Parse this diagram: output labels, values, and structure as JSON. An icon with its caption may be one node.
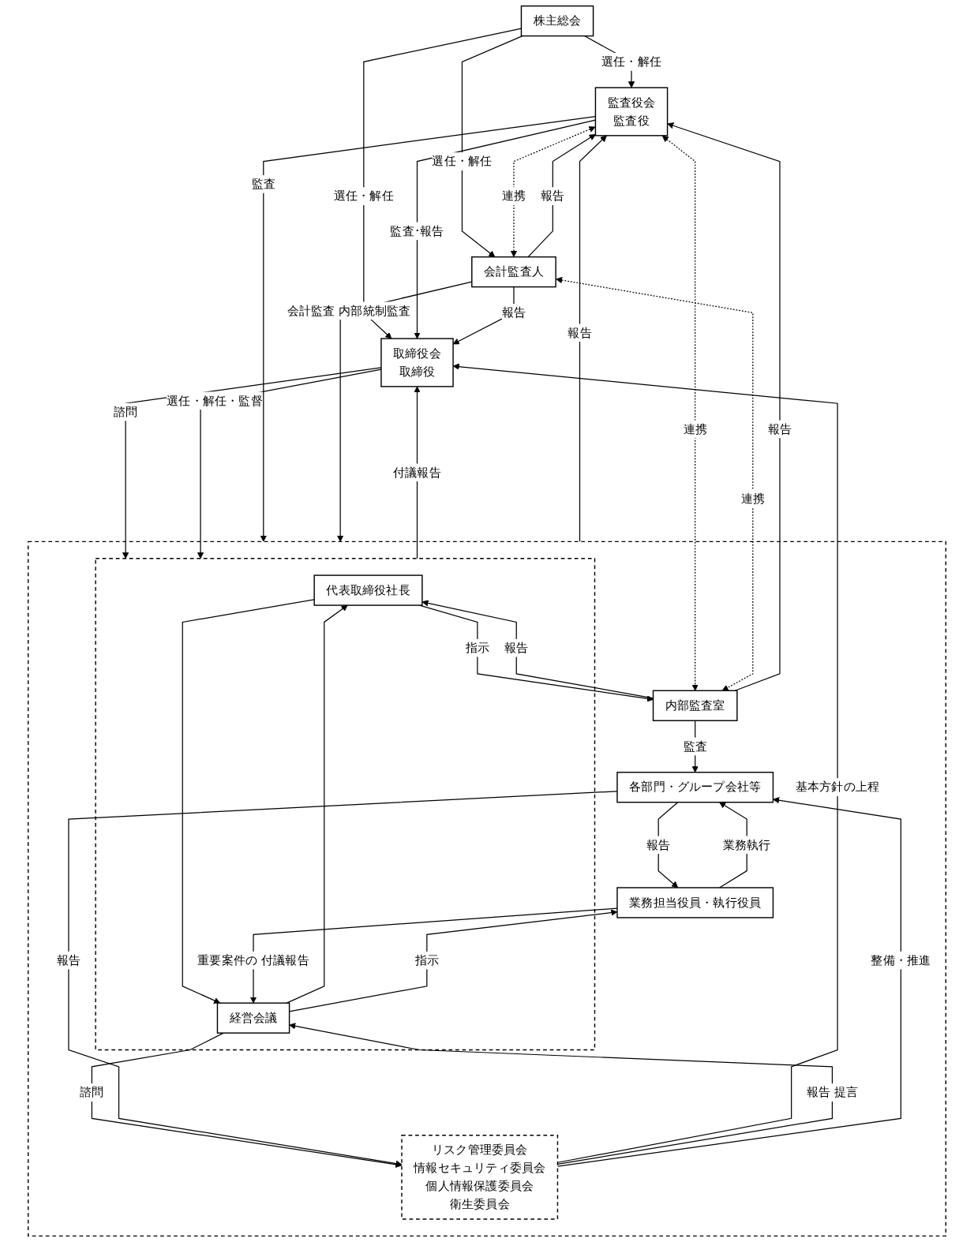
{
  "diagram": {
    "nodes": [
      {
        "text": [
          "株主総会"
        ]
      },
      {
        "text": [
          "取締役会",
          "取締役"
        ]
      },
      {
        "text": [
          "監査役会",
          "監査役"
        ]
      },
      {
        "text": [
          "会計監査人"
        ]
      },
      {
        "text": [],
        "shape": "box"
      },
      {
        "text": [
          "内部監査室"
        ],
        "in": 4
      },
      {
        "text": [],
        "shape": "box",
        "in": 4
      },
      {
        "text": [
          "代表取締役社長"
        ],
        "in": 6
      },
      {
        "text": [
          "経営会議"
        ],
        "in": 6
      },
      {
        "text": [
          "リスク管理委員会",
          "情報セキュリティ委員会",
          "個人情報保護委員会",
          "衛生委員会"
        ],
        "in": 4
      },
      {
        "text": [
          "業務担当役員・執行役員"
        ],
        "in": 4
      },
      {
        "text": [
          "各部門・グループ会社等"
        ],
        "in": 4
      }
    ],
    "edges": [
      {
        "from": 0,
        "to": 2,
        "arrow": "to",
        "label": "選任・解任"
      },
      {
        "from": 0,
        "to": 1,
        "arrow": "to",
        "label": "選任・解任"
      },
      {
        "from": 0,
        "to": 3,
        "arrow": "to",
        "label": "選任・解任"
      },
      {
        "from": 2,
        "to": 1,
        "arrow": "to",
        "label": "監査･報告"
      },
      {
        "from": 3,
        "to": 1,
        "arrow": "to",
        "label": "報告"
      },
      {
        "from": 3,
        "to": 2,
        "arrow": "to",
        "label": "報告"
      },
      {
        "from": 2,
        "to": 3,
        "arrow": "both",
        "label": "連携",
        "style": "dashed"
      },
      {
        "from": 1,
        "to": 6,
        "arrow": "to",
        "label": "諮問"
      },
      {
        "from": 1,
        "to": 6,
        "arrow": "to",
        "label": "選任・解任・監督"
      },
      {
        "from": 6,
        "to": 1,
        "arrow": "to",
        "label": "付議報告"
      },
      {
        "from": 9,
        "to": 1,
        "arrow": "to",
        "label": "基本方針の上程"
      },
      {
        "from": 2,
        "to": 5,
        "arrow": "both",
        "label": "連携",
        "style": "dashed"
      },
      {
        "from": 5,
        "to": 2,
        "arrow": "to",
        "label": "報告"
      },
      {
        "from": 4,
        "to": 2,
        "arrow": "to",
        "label": "報告"
      },
      {
        "from": 2,
        "to": 4,
        "arrow": "to",
        "label": "監査"
      },
      {
        "from": 3,
        "to": 4,
        "arrow": "to",
        "label": "会計監査 内部統制監査"
      },
      {
        "from": 3,
        "to": 5,
        "arrow": "both",
        "label": "連携",
        "style": "dashed"
      },
      {
        "from": 7,
        "to": 5,
        "arrow": "to",
        "label": "指示"
      },
      {
        "from": 5,
        "to": 7,
        "arrow": "to",
        "label": "報告"
      },
      {
        "from": 7,
        "to": 8,
        "arrow": "to"
      },
      {
        "from": 8,
        "to": 7,
        "arrow": "to"
      },
      {
        "from": 9,
        "to": 8,
        "arrow": "to",
        "label": "報告 提言"
      },
      {
        "from": 8,
        "to": 9,
        "arrow": "to",
        "label": "諮問"
      },
      {
        "from": 10,
        "to": 8,
        "arrow": "to",
        "label": "重要案件の 付議報告"
      },
      {
        "from": 8,
        "to": 10,
        "arrow": "to",
        "label": "指示"
      },
      {
        "from": 5,
        "to": 11,
        "arrow": "to",
        "label": "監査"
      },
      {
        "from": 11,
        "to": 10,
        "arrow": "to",
        "label": "報告"
      },
      {
        "from": 10,
        "to": 11,
        "arrow": "to",
        "label": "業務執行"
      },
      {
        "from": 11,
        "to": 9,
        "arrow": "to",
        "label": "報告"
      },
      {
        "from": 9,
        "to": 11,
        "arrow": "to",
        "label": "整備・推進"
      }
    ]
  }
}
